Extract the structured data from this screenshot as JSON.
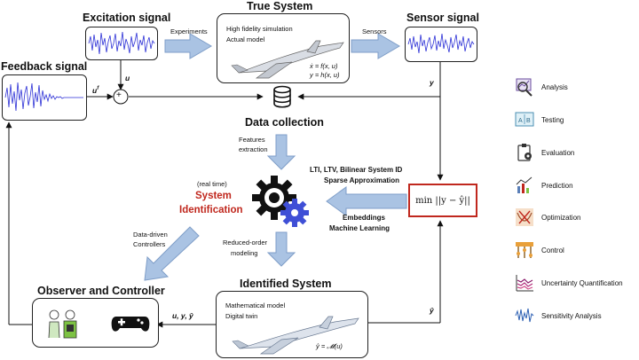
{
  "titles": {
    "excitation": "Excitation signal",
    "true_system": "True System",
    "sensor": "Sensor signal",
    "feedback": "Feedback signal",
    "data_collection": "Data collection",
    "identified": "Identified System",
    "observer": "Observer and Controller"
  },
  "true_system_box": {
    "line1": "High fidelity simulation",
    "line2": "Actual model",
    "eq1": "ẋ = f(x, u)",
    "eq2": "y = h(x, u)"
  },
  "identified_box": {
    "line1": "Mathematical model",
    "line2": "Digital twin",
    "eq": "ŷ = 𝓜(u)"
  },
  "arrow_labels": {
    "experiments": "Experiments",
    "sensors": "Sensors",
    "features_1": "Features",
    "features_2": "extraction",
    "reduced_1": "Reduced-order",
    "reduced_2": "modeling",
    "datadriven_1": "Data-driven",
    "datadriven_2": "Controllers",
    "embeddings": "Embeddings",
    "ml": "Machine Learning"
  },
  "symbols": {
    "u": "u",
    "uf": "u",
    "uf_sup": "f",
    "y": "y",
    "yhat": "ŷ",
    "uyy": "u, y, ŷ",
    "sum": "+"
  },
  "sysid": {
    "realtime": "(real time)",
    "line1": "System",
    "line2": "Identification",
    "methods1": "LTI, LTV, Bilinear System ID",
    "methods2": "Sparse Approximation",
    "objective": "min ||y − ŷ||"
  },
  "legend": [
    {
      "label": "Analysis",
      "icon": "analysis-icon"
    },
    {
      "label": "Testing",
      "icon": "testing-icon"
    },
    {
      "label": "Evaluation",
      "icon": "evaluation-icon"
    },
    {
      "label": "Prediction",
      "icon": "prediction-icon"
    },
    {
      "label": "Optimization",
      "icon": "optimization-icon"
    },
    {
      "label": "Control",
      "icon": "control-icon"
    },
    {
      "label": "Uncertainty Quantification",
      "icon": "uncertainty-icon"
    },
    {
      "label": "Sensitivity Analysis",
      "icon": "sensitivity-icon"
    }
  ],
  "colors": {
    "accent_red": "#c0281e",
    "arrow_fill": "#aac3e3",
    "arrow_stroke": "#7f9ec8",
    "signal_blue": "#2b2fd6"
  }
}
